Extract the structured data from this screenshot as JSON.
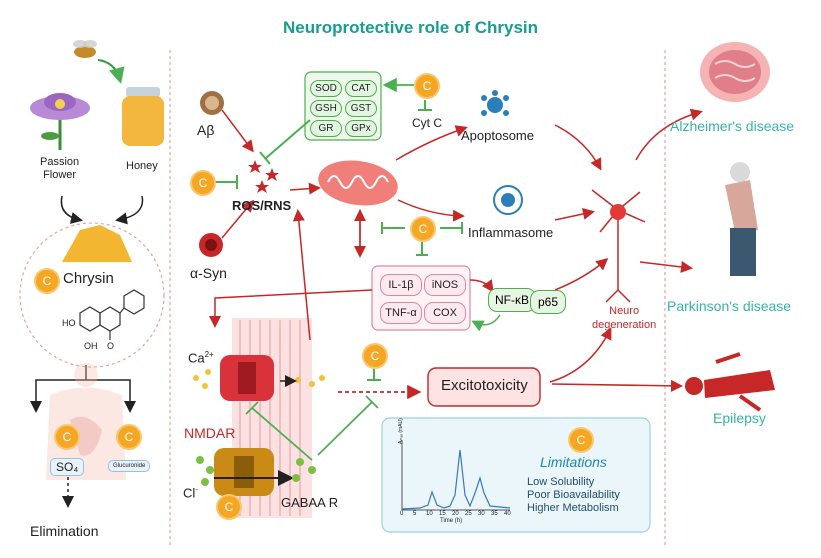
{
  "title": "Neuroprotective role of Chrysin",
  "sources": {
    "flower": "Passion\nFlower",
    "honey": "Honey",
    "compound": "Chrysin",
    "elimination": "Elimination",
    "so4": "SO₄",
    "glucuronide": "Glucuronide",
    "oh1": "HO",
    "oh2": "OH",
    "o": "O"
  },
  "enzymes": [
    "SOD",
    "CAT",
    "GSH",
    "GST",
    "GR",
    "GPx"
  ],
  "mediators": [
    "IL-1β",
    "iNOS",
    "TNF-α",
    "COX"
  ],
  "labels": {
    "abeta": "Aβ",
    "asyn": "α-Syn",
    "ros": "ROS/RNS",
    "cytc": "Cyt C",
    "apoptosome": "Apoptosome",
    "inflammasome": "Inflammasome",
    "nfkb": "NF-κB",
    "p65": "p65",
    "neuro": "Neuro\ndegeneration",
    "ca": "Ca",
    "ca_sup": "2+",
    "nmdar": "NMDAR",
    "cl": "Cl",
    "cl_sup": "-",
    "gabaa": "GABAA R",
    "excito": "Excitotoxicity",
    "badge": "C"
  },
  "diseases": [
    "Alzheimer's disease",
    "Parkinson's disease",
    "Epilepsy"
  ],
  "limitations": {
    "heading": "Limitations",
    "items": [
      "Low Solubility",
      "Poor Bioavailability",
      "Higher Metabolism"
    ]
  },
  "inset_chart": {
    "ylabel": "Aₘₐₓ (mAU)",
    "xlabel": "Time (h)",
    "xticks": [
      "0",
      "5",
      "10",
      "15",
      "20",
      "25",
      "30",
      "35",
      "40"
    ]
  },
  "colors": {
    "teal": "#1a9c91",
    "red": "#c62828",
    "green": "#4caf50",
    "chrysin": "#f5a623"
  }
}
